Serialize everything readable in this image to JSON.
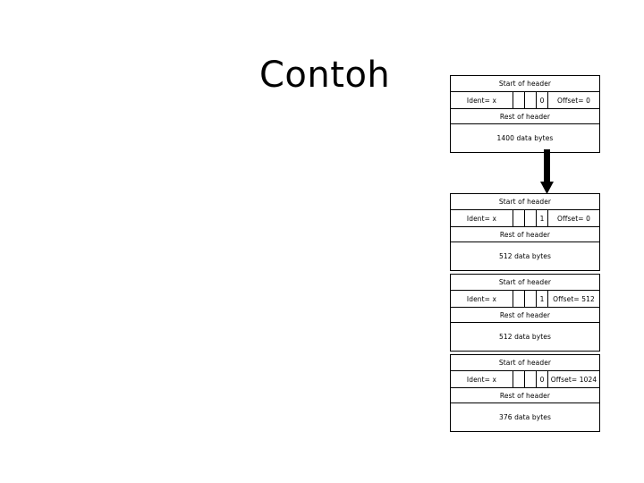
{
  "slide": {
    "title": "Contoh",
    "background_color": "#ffffff",
    "line_color": "#000000"
  },
  "arrow": {
    "name": "fragmentation-arrow",
    "direction": "down"
  },
  "labels": {
    "start_of_header": "Start of header",
    "rest_of_header": "Rest of header"
  },
  "packets": [
    {
      "id": "original-datagram",
      "start_of_header": "Start of header",
      "ident": "Ident= x",
      "blank1": "",
      "blank2": "",
      "flag": "0",
      "offset": "Offset= 0",
      "rest_of_header": "Rest of header",
      "data": "1400 data bytes"
    },
    {
      "id": "fragment-1",
      "start_of_header": "Start of header",
      "ident": "Ident= x",
      "blank1": "",
      "blank2": "",
      "flag": "1",
      "offset": "Offset= 0",
      "rest_of_header": "Rest of header",
      "data": "512 data bytes"
    },
    {
      "id": "fragment-2",
      "start_of_header": "Start of header",
      "ident": "Ident= x",
      "blank1": "",
      "blank2": "",
      "flag": "1",
      "offset": "Offset= 512",
      "rest_of_header": "Rest of header",
      "data": "512 data bytes"
    },
    {
      "id": "fragment-3",
      "start_of_header": "Start of header",
      "ident": "Ident= x",
      "blank1": "",
      "blank2": "",
      "flag": "0",
      "offset": "Offset= 1024",
      "rest_of_header": "Rest of header",
      "data": "376 data bytes"
    }
  ]
}
